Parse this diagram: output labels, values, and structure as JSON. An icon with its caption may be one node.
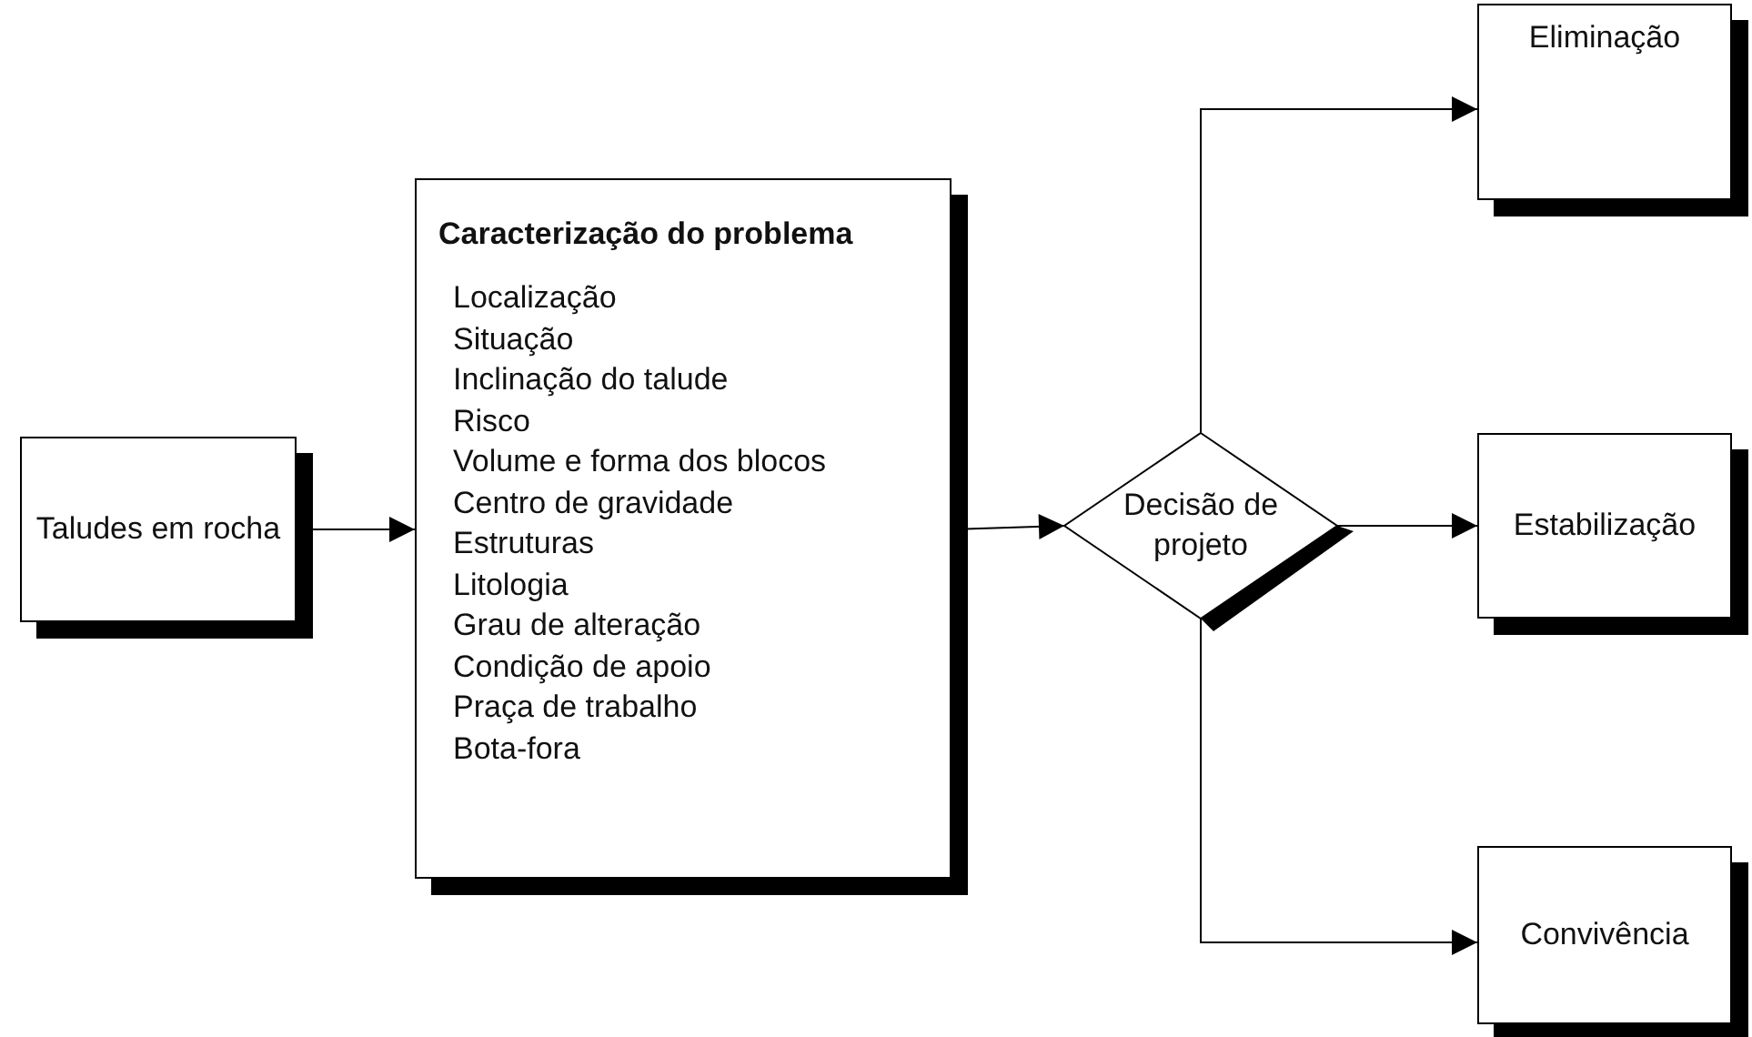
{
  "diagram": {
    "nodes": [
      {
        "text": [
          "Taludes em rocha"
        ]
      },
      {
        "text": [
          "Caracterização do problema",
          "Localização",
          "Situação",
          "Inclinação do talude",
          "Risco",
          "Volume e forma dos blocos",
          "Centro de gravidade",
          "Estruturas",
          "Litologia",
          "Grau de alteração",
          "Condição de apoio",
          "Praça de trabalho",
          "Bota-fora"
        ]
      },
      {
        "text": [
          "Decisão de projeto"
        ]
      },
      {
        "text": [
          "Eliminação"
        ]
      },
      {
        "text": [
          "Estabilização"
        ]
      },
      {
        "text": [
          "Convivência"
        ]
      }
    ],
    "edges": [
      {
        "from": 0,
        "to": 1,
        "arrow": "to"
      },
      {
        "from": 1,
        "to": 2,
        "arrow": "to"
      },
      {
        "from": 2,
        "to": 3,
        "arrow": "to"
      },
      {
        "from": 2,
        "to": 4,
        "arrow": "to"
      },
      {
        "from": 2,
        "to": 5,
        "arrow": "to"
      }
    ]
  }
}
